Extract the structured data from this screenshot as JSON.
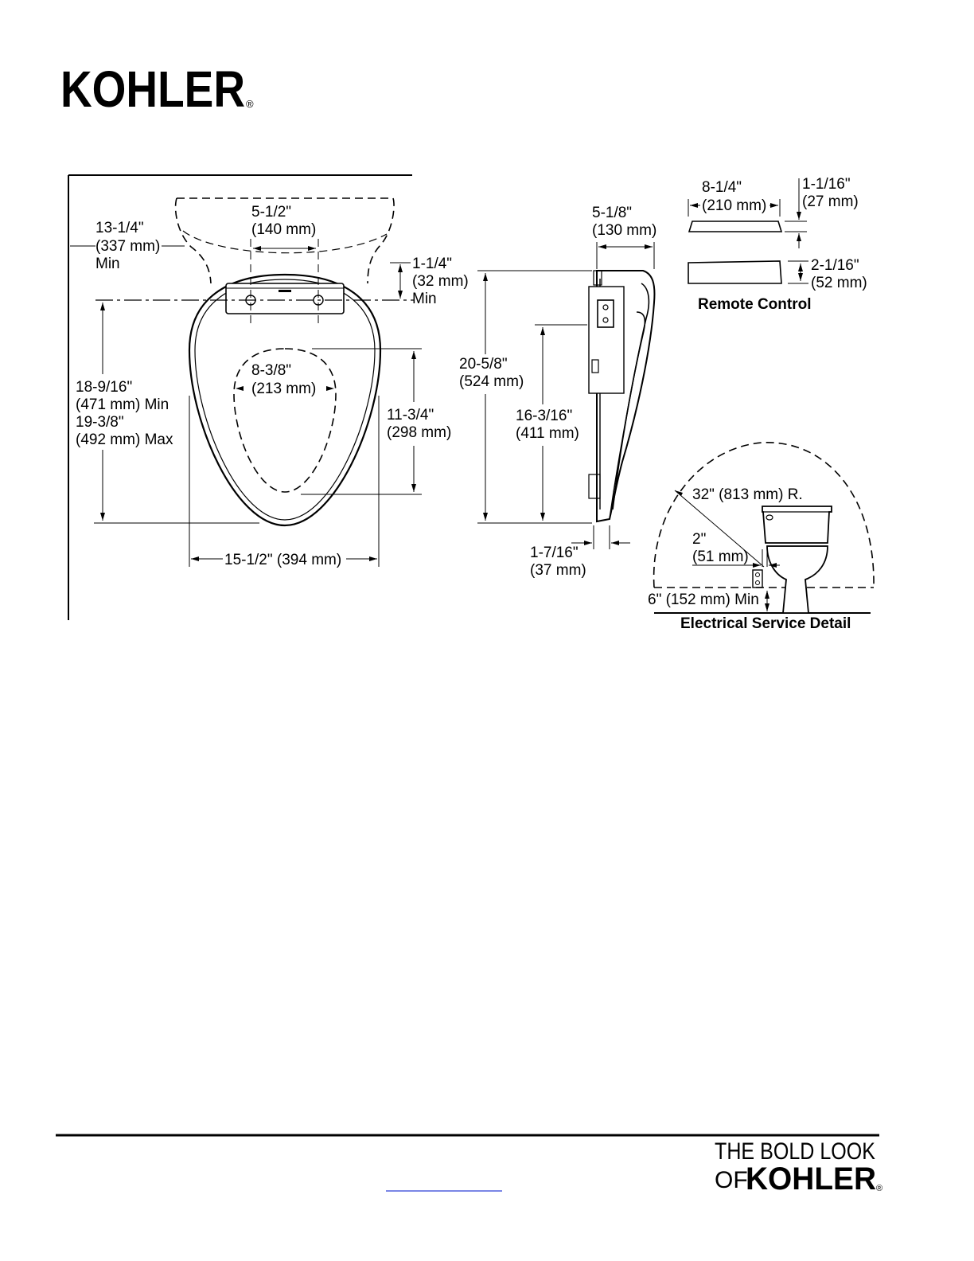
{
  "header": {
    "brand": "KOHLER",
    "reg": "®"
  },
  "top_view": {
    "wall_clearance": [
      "13-1/4\"",
      "(337 mm)",
      "Min"
    ],
    "bolt_spacing": [
      "5-1/2\"",
      "(140 mm)"
    ],
    "bolt_to_tank": [
      "1-1/4\"",
      "(32 mm)",
      "Min"
    ],
    "opening_width": [
      "8-3/8\"",
      "(213 mm)"
    ],
    "seat_length": [
      "18-9/16\"",
      "(471 mm) Min",
      "19-3/8\"",
      "(492 mm) Max"
    ],
    "opening_length": [
      "11-3/4\"",
      "(298 mm)"
    ],
    "seat_width": "15-1/2\" (394 mm)"
  },
  "side_view": {
    "top_width": [
      "5-1/8\"",
      "(130 mm)"
    ],
    "overall_length": [
      "20-5/8\"",
      "(524 mm)"
    ],
    "lid_length": [
      "16-3/16\"",
      "(411 mm)"
    ],
    "bottom_offset": [
      "1-7/16\"",
      "(37 mm)"
    ]
  },
  "remote": {
    "width": [
      "8-1/4\"",
      "(210 mm)"
    ],
    "holder_height": [
      "1-1/16\"",
      "(27 mm)"
    ],
    "remote_height": [
      "2-1/16\"",
      "(52 mm)"
    ],
    "caption": "Remote Control"
  },
  "electrical": {
    "radius": "32\" (813 mm) R.",
    "offset": [
      "2\"",
      "(51 mm)"
    ],
    "floor_height": "6\" (152 mm) Min",
    "caption": "Electrical Service Detail"
  },
  "footer": {
    "tagline_1": "THE BOLD LOOK",
    "tagline_2_prefix": "OF",
    "tagline_brand": "KOHLER",
    "reg": "®"
  }
}
